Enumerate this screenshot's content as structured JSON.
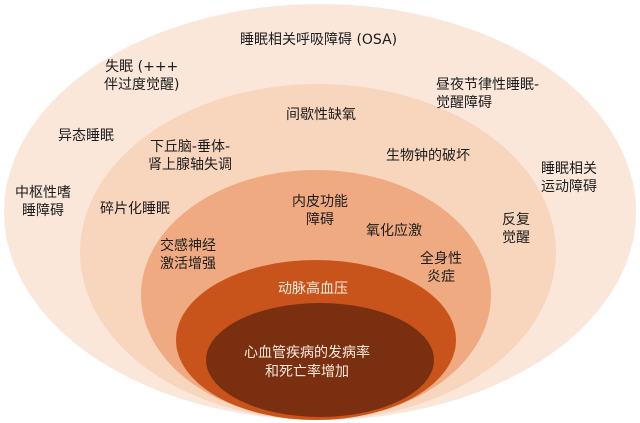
{
  "diagram": {
    "rings": [
      {
        "color": "#fbe7da",
        "labels": {
          "osa": "睡眠相关呼吸障碍 (OSA)",
          "insomnia": "失眠 (+++\n伴过度觉醒)",
          "circadian": "昼夜节律性睡眠-\n觉醒障碍",
          "parasomnia": "异态睡眠",
          "hypersomnia": "中枢性嗜\n睡障碍",
          "movement": "睡眠相关\n运动障碍"
        }
      },
      {
        "color": "#f8d5bd",
        "labels": {
          "hypoxia": "间歇性缺氧",
          "hpa": "下丘脑-垂体-\n肾上腺轴失调",
          "clock": "生物钟的破坏",
          "fragmentation": "碎片化睡眠",
          "arousal": "反复\n觉醒"
        }
      },
      {
        "color": "#efaa82",
        "labels": {
          "endothelial": "内皮功能\n障碍",
          "oxidative": "氧化应激",
          "sympathetic": "交感神经\n激活增强",
          "inflammation": "全身性\n炎症"
        }
      },
      {
        "color": "#c8541c",
        "labels": {
          "hypertension": "动脉高血压"
        }
      },
      {
        "color": "#7a3010",
        "labels": {
          "outcome": "心血管疾病的发病率\n和死亡率增加"
        }
      }
    ]
  }
}
